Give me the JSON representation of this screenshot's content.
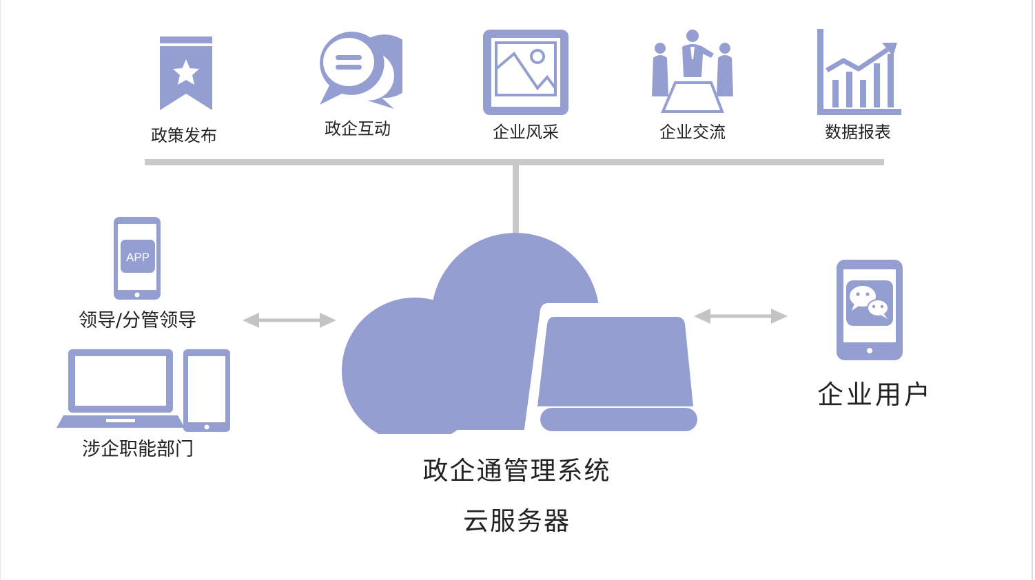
{
  "colors": {
    "accent": "#959ed0",
    "connector": "#c9c9c9",
    "arrow": "#c4c4c4",
    "text": "#222222"
  },
  "features": [
    {
      "label": "政策发布",
      "icon": "bookmark-star-icon"
    },
    {
      "label": "政企互动",
      "icon": "chat-bubbles-icon"
    },
    {
      "label": "企业风采",
      "icon": "image-frame-icon"
    },
    {
      "label": "企业交流",
      "icon": "meeting-people-icon"
    },
    {
      "label": "数据报表",
      "icon": "bar-chart-icon"
    }
  ],
  "left_clients": {
    "leader": {
      "label": "领导/分管领导",
      "app_badge": "APP",
      "icon": "mobile-app-icon"
    },
    "department": {
      "label": "涉企职能部门",
      "icon": "laptop-phone-icon"
    }
  },
  "server": {
    "line1": "政企通管理系统",
    "line2": "云服务器",
    "icon": "cloud-server-icon"
  },
  "enterprise": {
    "label": "企业用户",
    "icon": "wechat-phone-icon"
  }
}
